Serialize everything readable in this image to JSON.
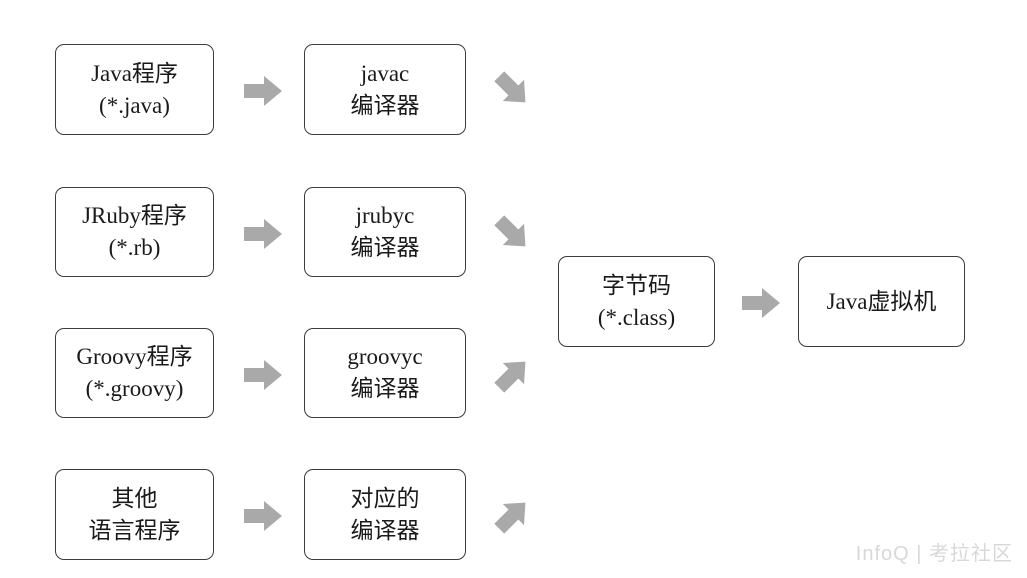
{
  "programs": [
    {
      "line1": "Java程序",
      "line2": "(*.java)"
    },
    {
      "line1": "JRuby程序",
      "line2": "(*.rb)"
    },
    {
      "line1": "Groovy程序",
      "line2": "(*.groovy)"
    },
    {
      "line1": "其他",
      "line2": "语言程序"
    }
  ],
  "compilers": [
    {
      "line1": "javac",
      "line2": "编译器"
    },
    {
      "line1": "jrubyc",
      "line2": "编译器"
    },
    {
      "line1": "groovyc",
      "line2": "编译器"
    },
    {
      "line1": "对应的",
      "line2": "编译器"
    }
  ],
  "bytecode": {
    "line1": "字节码",
    "line2": "(*.class)"
  },
  "jvm": {
    "label": "Java虚拟机"
  },
  "watermark": {
    "text": "InfoQ | 考拉社区"
  },
  "colors": {
    "arrow": "#a9a9a9",
    "border": "#3c3c3c",
    "text": "#1a1a1a"
  }
}
